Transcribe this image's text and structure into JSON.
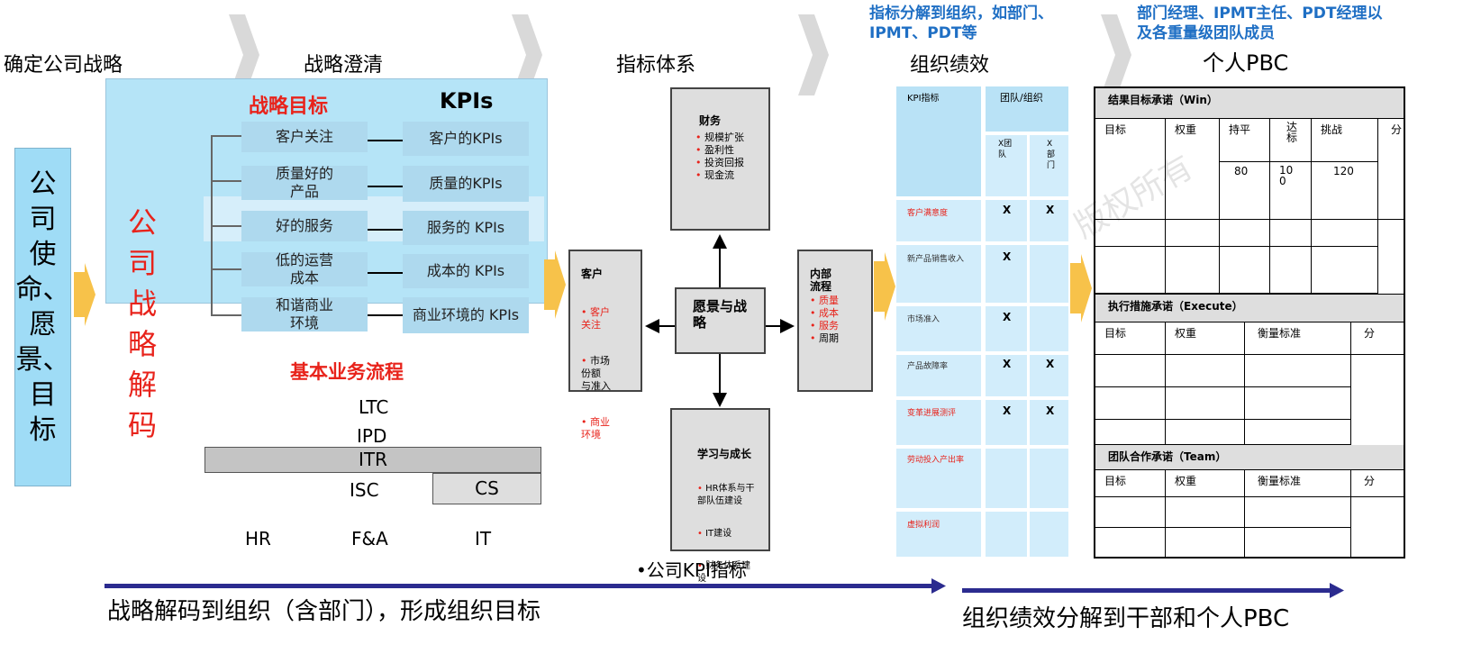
{
  "headers": {
    "h1": "确定公司战略",
    "h2": "战略澄清",
    "h3": "指标体系",
    "h4": "组织绩效",
    "h5": "个人PBC"
  },
  "notes": {
    "org_note": "指标分解到组织，如部门、\nIPMT、PDT等",
    "pbc_note": "部门经理、IPMT主任、PDT经理以\n及各重量级团队成员"
  },
  "mission": {
    "text": "公司使命、愿景、目标",
    "chars": [
      "公",
      "司",
      "使",
      "命、",
      "愿",
      "景、",
      "目",
      "标"
    ]
  },
  "decode": {
    "chars": [
      "公",
      "司",
      "战",
      "略",
      "解",
      "码"
    ]
  },
  "clarification": {
    "goals_title": "战略目标",
    "kpis_title": "KPIs",
    "rows": [
      {
        "goal": "客户关注",
        "kpi": "客户的KPIs"
      },
      {
        "goal": "质量好的\n产品",
        "kpi": "质量的KPIs"
      },
      {
        "goal": "好的服务",
        "kpi": "服务的 KPIs"
      },
      {
        "goal": "低的运营\n成本",
        "kpi": "成本的 KPIs"
      },
      {
        "goal": "和谐商业\n环境",
        "kpi": "商业环境的 KPIs"
      }
    ]
  },
  "process": {
    "title": "基本业务流程",
    "ltc": "LTC",
    "ipd": "IPD",
    "itr": "ITR",
    "isc": "ISC",
    "cs": "CS",
    "hr": "HR",
    "fa": "F&A",
    "it": "IT"
  },
  "kpi_system": {
    "center": "愿景与战\n略",
    "finance": {
      "title": "财务",
      "items": [
        "规模扩张",
        "盈利性",
        "投资回报",
        "现金流"
      ]
    },
    "customer": {
      "title": "客户",
      "items": [
        "客户\n关注",
        "市场\n份额\n与准入",
        "商业\n环境"
      ],
      "red": [
        true,
        false,
        true
      ]
    },
    "internal": {
      "title": "内部\n流程",
      "items": [
        "质量",
        "成本",
        "服务",
        "周期"
      ],
      "red": [
        true,
        true,
        true,
        false
      ]
    },
    "learning": {
      "title": "学习与成长",
      "items": [
        "HR体系与干\n部队伍建设",
        "IT建设",
        "财务体系建\n设"
      ]
    },
    "footer": "•公司KPI指标"
  },
  "org_table": {
    "col_kpi": "KPI指标",
    "col_team": "团队/组织",
    "sub1": "X团\n队",
    "sub2": "X\n部\n门",
    "rows": [
      {
        "name": "客户满意度",
        "red": true,
        "x1": "X",
        "x2": "X"
      },
      {
        "name": "新产品销售收入",
        "red": false,
        "x1": "X",
        "x2": ""
      },
      {
        "name": "市场准入",
        "red": false,
        "x1": "X",
        "x2": ""
      },
      {
        "name": "产品故障率",
        "red": false,
        "x1": "X",
        "x2": "X"
      },
      {
        "name": "变革进展测评",
        "red": true,
        "x1": "X",
        "x2": "X"
      },
      {
        "name": "劳动投入产出率",
        "red": true,
        "x1": "",
        "x2": ""
      },
      {
        "name": "虚拟利润",
        "red": true,
        "x1": "",
        "x2": ""
      }
    ]
  },
  "pbc": {
    "win_title": "结果目标承诺（Win）",
    "win_cols": [
      "目标",
      "权重",
      "持平",
      "达\n标",
      "挑战",
      "分"
    ],
    "win_vals": [
      "80",
      "10\n0",
      "120"
    ],
    "exec_title": "执行措施承诺（Execute）",
    "exec_cols": [
      "目标",
      "权重",
      "衡量标准",
      "分"
    ],
    "team_title": "团队合作承诺（Team）",
    "team_cols": [
      "目标",
      "权重",
      "衡量标准",
      "分"
    ],
    "watermark": "版权所有"
  },
  "footer": {
    "left": "战略解码到组织（含部门），形成组织目标",
    "right": "组织绩效分解到干部和个人PBC"
  },
  "colors": {
    "light_blue": "#b5e4f7",
    "pill_blue": "#aed9ee",
    "red": "#e8231b",
    "note_blue": "#1f6fc4",
    "arrow_navy": "#2b2b8f",
    "chevron_gray": "#d9d9d9",
    "small_arrow_yellow": "#f7c24a"
  }
}
